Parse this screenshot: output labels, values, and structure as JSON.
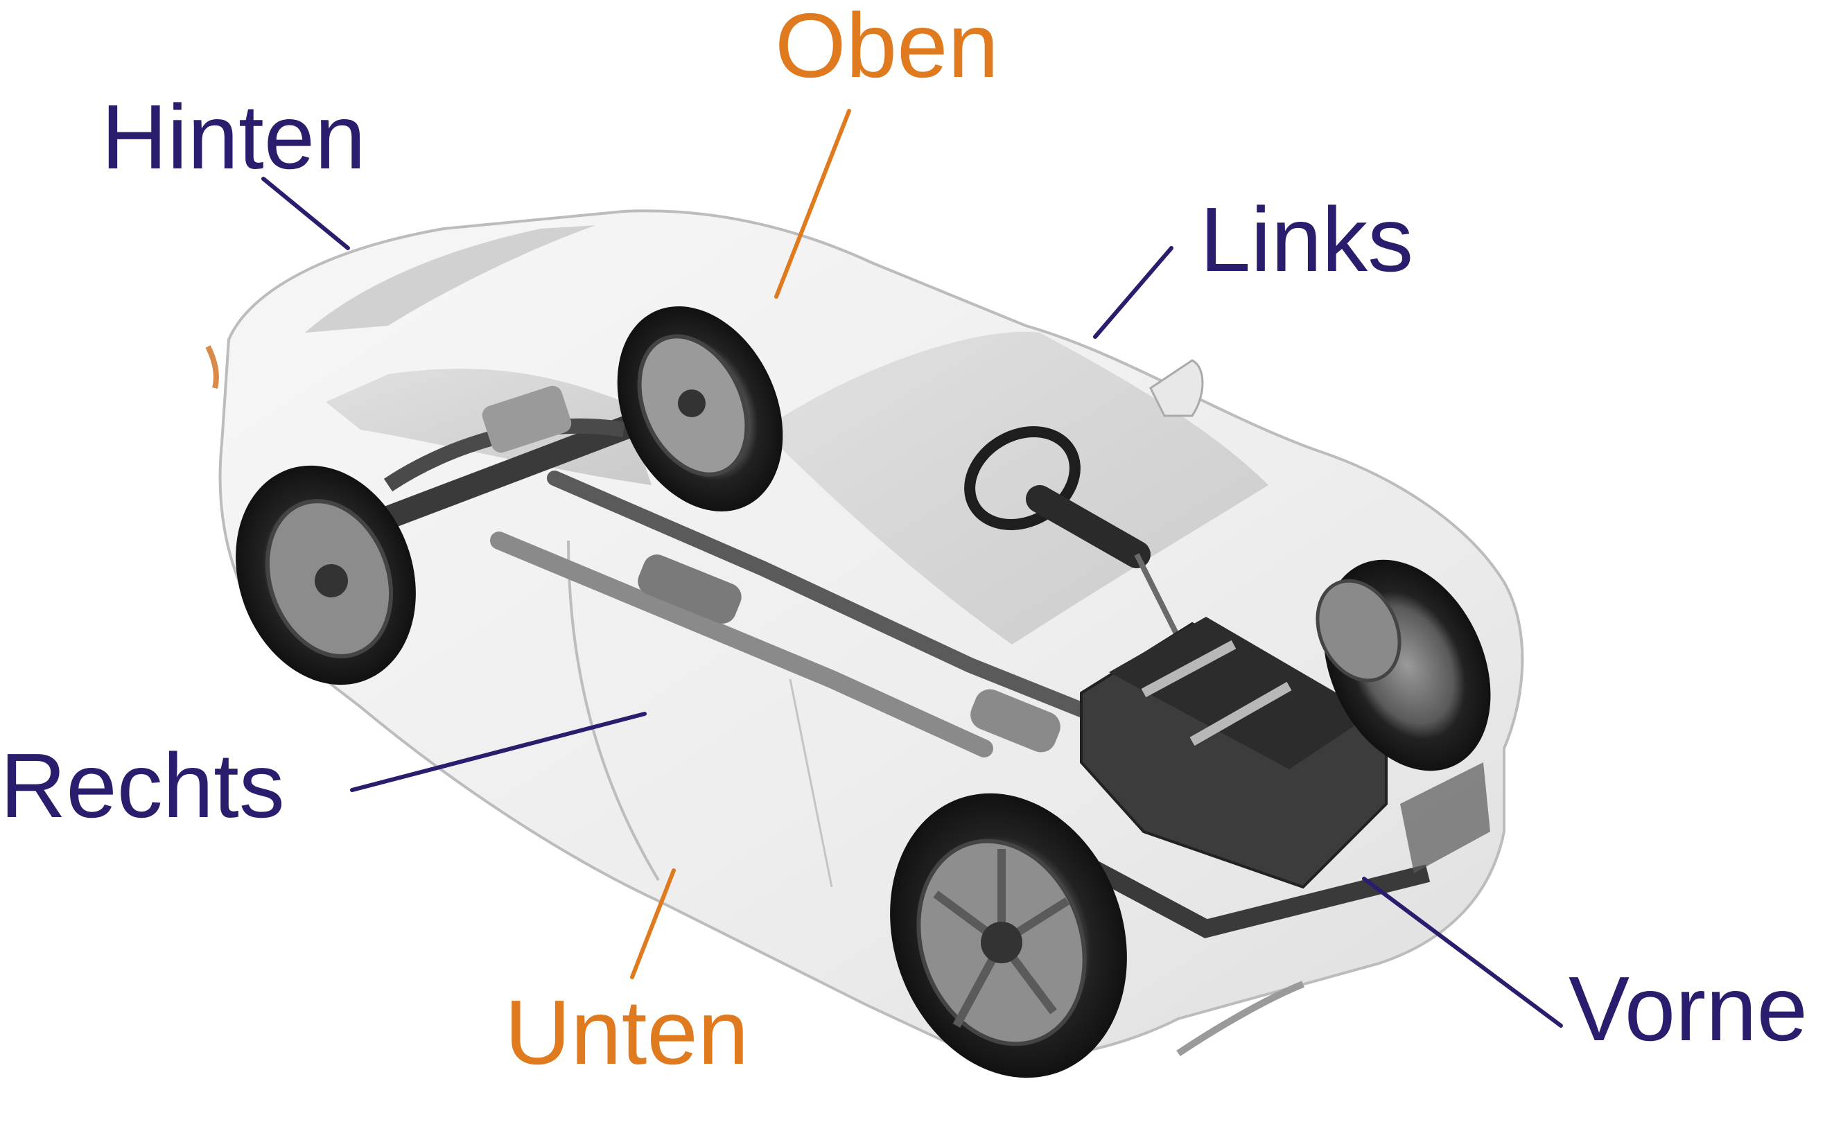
{
  "labels": {
    "oben": "Oben",
    "hinten": "Hinten",
    "links": "Links",
    "rechts": "Rechts",
    "unten": "Unten",
    "vorne": "Vorne"
  },
  "colors": {
    "navy": "#2a1d6e",
    "orange": "#e07a1f"
  }
}
